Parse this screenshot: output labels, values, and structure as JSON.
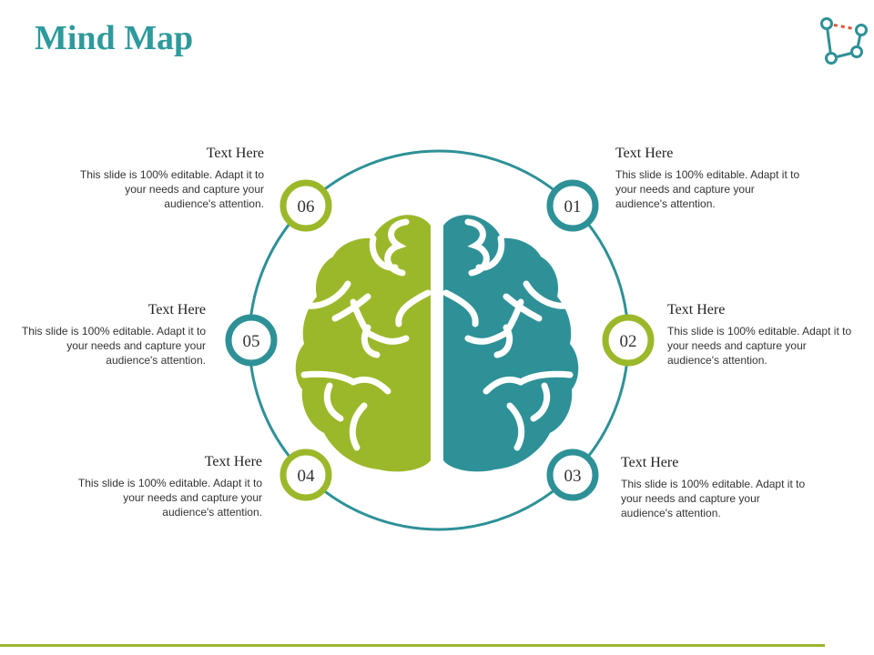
{
  "title": "Mind Map",
  "colors": {
    "teal": "#2e9197",
    "green": "#9bb82a",
    "title": "#2e9a9c",
    "accent": "#e0533a"
  },
  "icons": {
    "corner": "network-nodes-icon",
    "center": "brain-icon"
  },
  "nodes": [
    {
      "number": "01",
      "color": "teal",
      "heading": "Text Here",
      "body": "This slide is 100% editable. Adapt it to your needs and capture your audience's attention."
    },
    {
      "number": "02",
      "color": "green",
      "heading": "Text Here",
      "body": "This slide is 100% editable. Adapt it to your needs and capture your audience's attention."
    },
    {
      "number": "03",
      "color": "teal",
      "heading": "Text Here",
      "body": "This slide is 100% editable. Adapt it to your needs and capture your audience's attention."
    },
    {
      "number": "04",
      "color": "green",
      "heading": "Text Here",
      "body": "This slide is 100% editable. Adapt it to your needs and capture your audience's attention."
    },
    {
      "number": "05",
      "color": "teal",
      "heading": "Text Here",
      "body": "This slide is 100% editable. Adapt it to your needs and capture your audience's attention."
    },
    {
      "number": "06",
      "color": "green",
      "heading": "Text Here",
      "body": "This slide is 100% editable. Adapt it to your needs and capture your audience's attention."
    }
  ]
}
